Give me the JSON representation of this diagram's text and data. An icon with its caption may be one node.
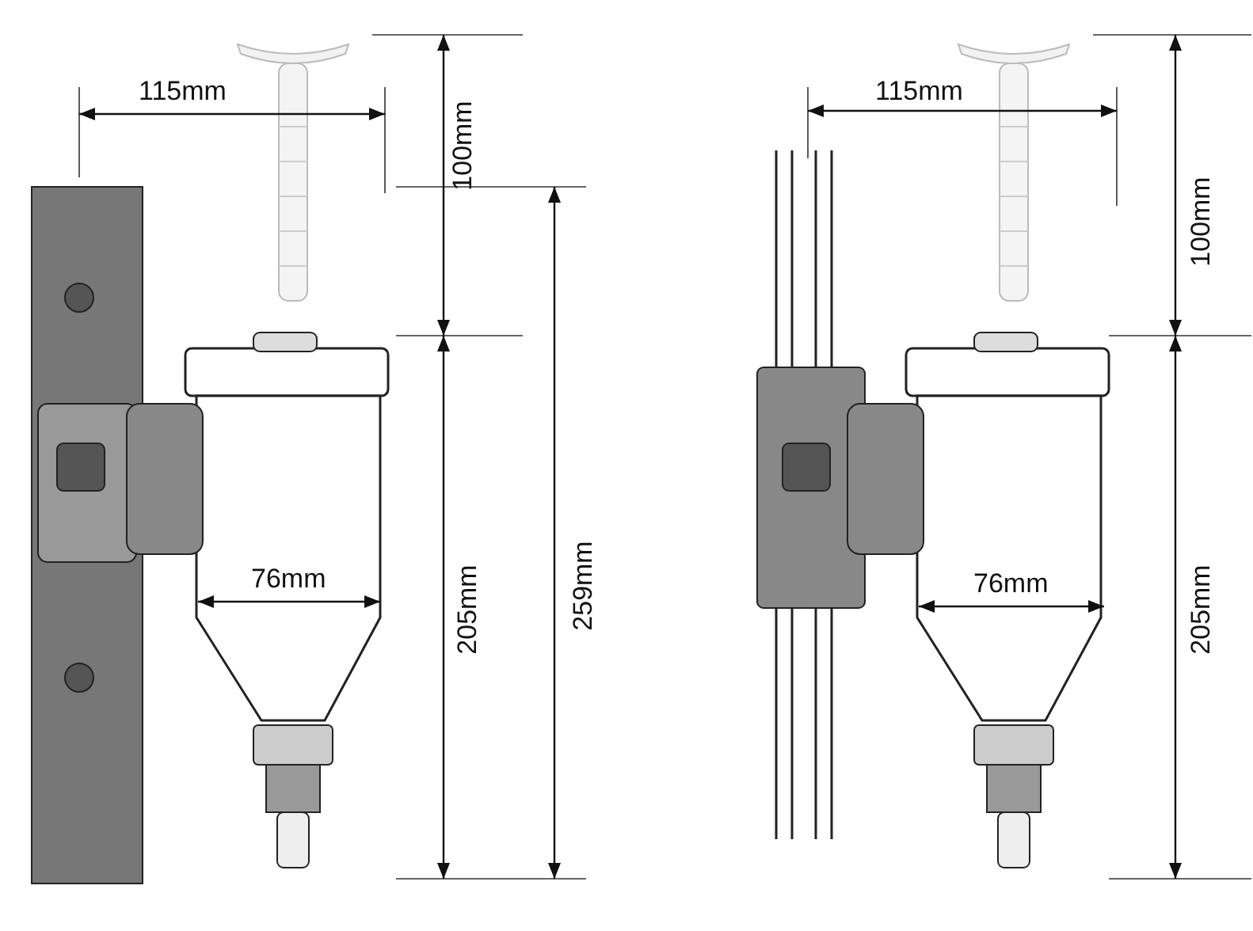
{
  "diagram": {
    "labels": [
      "115mm",
      "100mm",
      "76mm",
      "205mm",
      "259mm",
      "115mm",
      "100mm",
      "76mm",
      "205mm"
    ]
  }
}
